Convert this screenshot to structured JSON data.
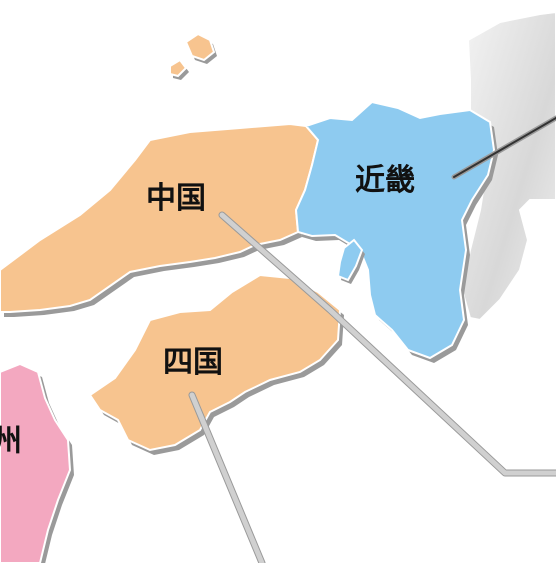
{
  "map": {
    "regions": [
      {
        "id": "chugoku",
        "label": "中国",
        "fill": "#f7c48f"
      },
      {
        "id": "kinki",
        "label": "近畿",
        "fill": "#8ecbf0"
      },
      {
        "id": "shikoku",
        "label": "四国",
        "fill": "#f7c48f"
      },
      {
        "id": "kyushu",
        "label": "州",
        "fill": "#f3a8c0"
      }
    ],
    "colors": {
      "island_fill": "#f7c48f",
      "land_gray_fill": "#e0e0e0",
      "shadow": "#9a9a9a",
      "leader_line": "#b8b8b8",
      "leader_line_dark": "#333333",
      "outline": "#ffffff"
    }
  }
}
